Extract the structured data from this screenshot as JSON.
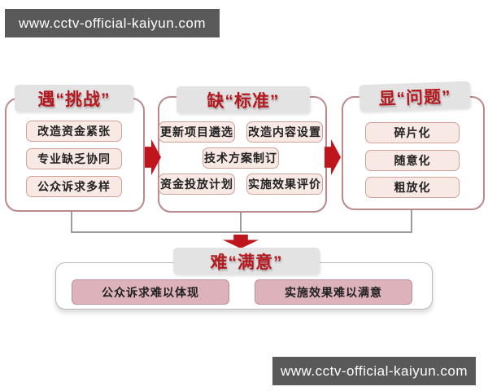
{
  "banners": {
    "top": "www.cctv-official-kaiyun.com",
    "bottom": "www.cctv-official-kaiyun.com"
  },
  "diagram": {
    "columns": [
      {
        "title": "遇“挑战”",
        "items": [
          "改造资金紧张",
          "专业缺乏协同",
          "公众诉求多样"
        ]
      },
      {
        "title": "缺“标准”",
        "items": [
          "更新项目遴选",
          "改造内容设置",
          "技术方案制订",
          "资金投放计划",
          "实施效果评价"
        ]
      },
      {
        "title": "显“问题”",
        "items": [
          "碎片化",
          "随意化",
          "粗放化"
        ]
      }
    ],
    "result": {
      "title": "难“满意”",
      "items": [
        "公众诉求难以体现",
        "实施效果难以满意"
      ]
    }
  },
  "colors": {
    "banner_bg": "#595959",
    "header_bg": "#e4e3e3",
    "accent_red": "#b5191f",
    "arrow_red": "#bf161d",
    "item_fill": "#f8e9e4",
    "item_border": "#cfa29a",
    "container_border": "#b9898d",
    "result_item_fill": "#ddb2ba",
    "result_item_border": "#c08e99",
    "connector_line": "#9b9b9b"
  }
}
